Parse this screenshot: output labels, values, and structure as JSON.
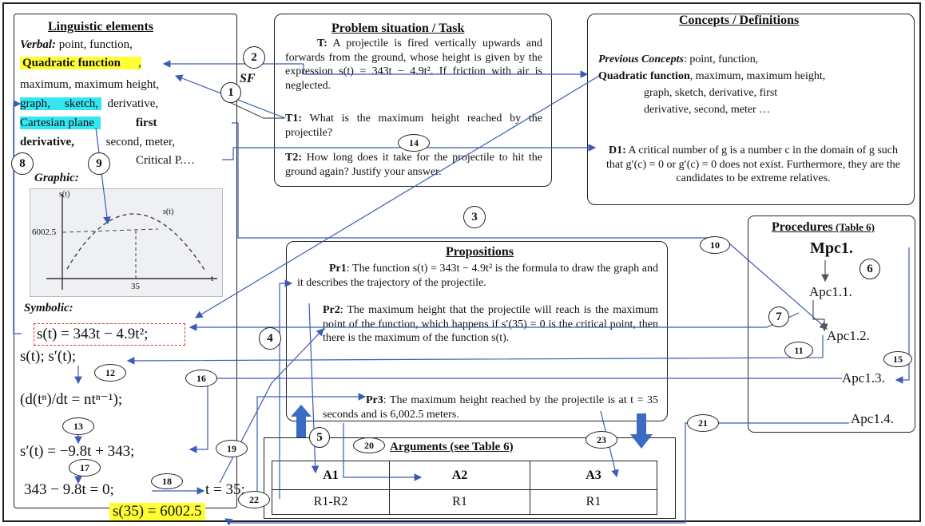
{
  "linguistic": {
    "title": "Linguistic elements",
    "verbal_label": "Verbal:",
    "verbal_line1": "point, function,",
    "quad": "Quadratic function",
    "comma": ",",
    "line3": "maximum,    maximum    height,",
    "graph": "graph,",
    "sketch": "sketch,",
    "derivative": "derivative,",
    "cartesian": "Cartesian plane",
    "first": "first",
    "first_derivative": "derivative,",
    "second": "second,   meter,",
    "critical": "Critical P.…",
    "graphic_label": "Graphic:",
    "graph_ylabel": "s(t)",
    "graph_curve_label": "s(t)",
    "graph_yvalue": "6002.5",
    "graph_xvalue": "35",
    "graph_xlabel": "t",
    "symbolic_label": "Symbolic:",
    "sym1": "s(t) = 343t − 4.9t²;",
    "sym2": "s(t); s′(t);",
    "sym3": "(d(tⁿ)/dt = ntⁿ⁻¹);",
    "sym4": "s′(t) = −9.8t + 343;",
    "sym5a": "343 − 9.8t = 0;",
    "sym5b": "t = 35;",
    "sym6": "s(35) = 6002.5",
    "sf": "SF"
  },
  "problem": {
    "title": "Problem situation / Task",
    "t_label": "T:",
    "t_text": "A projectile is fired vertically upwards and forwards from the ground, whose height is given by the expression s(t) = 343t − 4.9t². If friction with air is neglected.",
    "t1_label": "T1:",
    "t1_text": "What is the maximum height reached by the projectile?",
    "t2_label": "T2:",
    "t2_text": "How long does it take for the projectile to hit the ground again? Justify your answer."
  },
  "concepts": {
    "title": "Concepts / Definitions",
    "prev_label": "Previous Concepts",
    "prev_text": ": point, function,",
    "quad": "Quadratic function",
    "list_rest": ",    maximum,    maximum    height,",
    "line3": "graph,        sketch,        derivative,        first",
    "line4": "derivative,   second, meter …",
    "d1_label": "D1:",
    "d1_text": "A critical number of g is a number c in the domain of g such that g′(c) = 0 or g′(c) = 0 does not exist. Furthermore, they are the candidates to be extreme relatives."
  },
  "propositions": {
    "title": "Propositions",
    "pr1_label": "Pr1",
    "pr1_text": ": The function s(t) = 343t − 4.9t² is the formula to draw the graph and it describes the trajectory of the projectile.",
    "pr2_label": "Pr2",
    "pr2_text": ":  The maximum height that the projectile will reach is the maximum point of the function, which happens if s′(35) = 0 is the critical point, then there is the maximum of the function s(t).",
    "pr3_label": "Pr3",
    "pr3_text": ": The maximum height reached by the projectile is at t = 35 seconds and is 6,002.5 meters."
  },
  "procedures": {
    "title": "Procedures",
    "title_small": " (Table 6)",
    "mpc": "Mpc1.",
    "apc1": "Apc1.1.",
    "apc2": "Apc1.2.",
    "apc3": "Apc1.3.",
    "apc4": "Apc1.4."
  },
  "arguments": {
    "title": "Arguments (see Table 6)",
    "headers": [
      "A1",
      "A2",
      "A3"
    ],
    "cells": [
      "R1-R2",
      "R1",
      "R1"
    ]
  },
  "markers": {
    "m1": "1",
    "m2": "2",
    "m3": "3",
    "m4": "4",
    "m5": "5",
    "m6": "6",
    "m7": "7",
    "m8": "8",
    "m9": "9",
    "m10": "10",
    "m11": "11",
    "m12": "12",
    "m13": "13",
    "m14": "14",
    "m15": "15",
    "m16": "16",
    "m17": "17",
    "m18": "18",
    "m19": "19",
    "m20": "20",
    "m21": "21",
    "m22": "22",
    "m23": "23"
  },
  "colors": {
    "arrow": "#3b5bb5",
    "highlight_yellow": "#ffff33",
    "highlight_cyan": "#33e6f2",
    "dashed_box": "#e0342f"
  }
}
